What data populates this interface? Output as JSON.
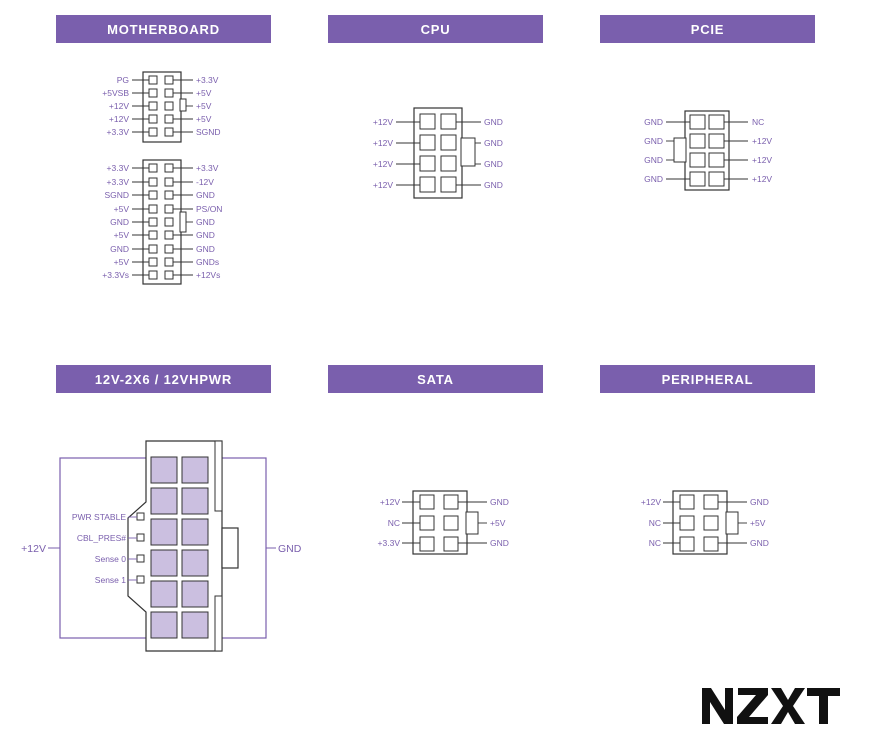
{
  "sections": {
    "motherboard": {
      "title": "MOTHERBOARD"
    },
    "cpu": {
      "title": "CPU"
    },
    "pcie": {
      "title": "PCIE"
    },
    "hpwr": {
      "title": "12V-2X6 / 12VHPWR"
    },
    "sata": {
      "title": "SATA"
    },
    "peripheral": {
      "title": "PERIPHERAL"
    }
  },
  "motherboard": {
    "top_left": [
      "PG",
      "+5VSB",
      "+12V",
      "+12V",
      "+3.3V"
    ],
    "top_right": [
      "+3.3V",
      "+5V",
      "+5V",
      "+5V",
      "SGND"
    ],
    "bottom_left": [
      "+3.3V",
      "+3.3V",
      "SGND",
      "+5V",
      "GND",
      "+5V",
      "GND",
      "+5V",
      "+3.3Vs"
    ],
    "bottom_right": [
      "+3.3V",
      "-12V",
      "GND",
      "PS/ON",
      "GND",
      "GND",
      "GND",
      "GNDs",
      "+12Vs"
    ]
  },
  "cpu": {
    "left": [
      "+12V",
      "+12V",
      "+12V",
      "+12V"
    ],
    "right": [
      "GND",
      "GND",
      "GND",
      "GND"
    ]
  },
  "pcie": {
    "left": [
      "GND",
      "GND",
      "GND",
      "GND"
    ],
    "right": [
      "NC",
      "+12V",
      "+12V",
      "+12V"
    ]
  },
  "hpwr": {
    "sense": [
      "PWR STABLE",
      "CBL_PRES#",
      "Sense 0",
      "Sense 1"
    ],
    "left_main": "+12V",
    "right_main": "GND"
  },
  "sata": {
    "left": [
      "+12V",
      "NC",
      "+3.3V"
    ],
    "right": [
      "GND",
      "+5V",
      "GND"
    ]
  },
  "peripheral": {
    "left": [
      "+12V",
      "NC",
      "NC"
    ],
    "right": [
      "GND",
      "+5V",
      "GND"
    ]
  },
  "brand": {
    "logo_text": "NZXT"
  },
  "colors": {
    "accent": "#7a5fad",
    "pin_fill": "#cbbfe0",
    "line": "#333333"
  }
}
